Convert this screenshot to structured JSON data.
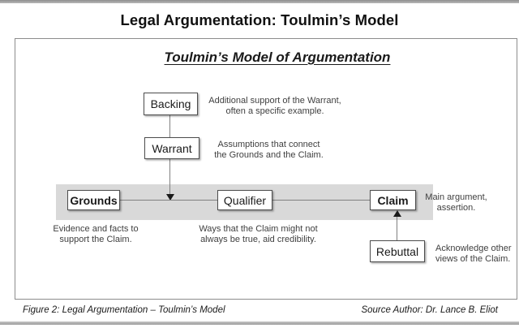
{
  "header": {
    "title": "Legal Argumentation: Toulmin’s Model"
  },
  "diagram": {
    "title": "Toulmin’s Model of Argumentation",
    "nodes": {
      "backing": {
        "label": "Backing",
        "note": "Additional support of the Warrant,\noften a specific example."
      },
      "warrant": {
        "label": "Warrant",
        "note": "Assumptions that connect\nthe Grounds and the Claim."
      },
      "grounds": {
        "label": "Grounds",
        "note": "Evidence and facts to\nsupport the Claim."
      },
      "qualifier": {
        "label": "Qualifier",
        "note": "Ways that the Claim might not\nalways be true, aid credibility."
      },
      "claim": {
        "label": "Claim",
        "note": "Main argument,\nassertion."
      },
      "rebuttal": {
        "label": "Rebuttal",
        "note": "Acknowledge other\nviews of the Claim."
      }
    },
    "connections": [
      "Backing - Warrant",
      "Warrant -> Grounds-Claim line",
      "Grounds - Qualifier",
      "Qualifier - Claim",
      "Rebuttal -> Claim"
    ]
  },
  "footer": {
    "figure_caption": "Figure 2: Legal Argumentation – Toulmin’s Model",
    "source_caption": "Source Author: Dr. Lance B. Eliot"
  },
  "colors": {
    "band": "#d9d9d9",
    "box_border": "#4d4d4d",
    "accent_bar": "#a6a6a6",
    "note_text": "#404040"
  }
}
